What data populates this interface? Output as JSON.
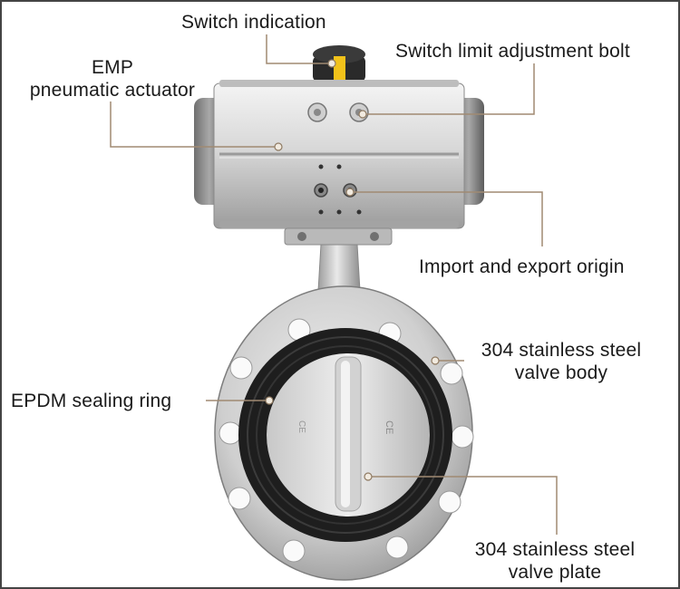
{
  "labels": {
    "switch_indication": "Switch indication",
    "limit_bolt": "Switch limit adjustment bolt",
    "actuator_line1": "EMP",
    "actuator_line2": "pneumatic actuator",
    "import_export": "Import and export origin",
    "valve_body_line1": "304 stainless steel",
    "valve_body_line2": "valve body",
    "sealing_ring": "EPDM sealing ring",
    "valve_plate_line1": "304 stainless steel",
    "valve_plate_line2": "valve plate"
  },
  "colors": {
    "leader_line": "#a08a72",
    "leader_dot": "#f1eadf",
    "indicator_yellow": "#f2c21a",
    "seal_black": "#1e1e1e"
  }
}
